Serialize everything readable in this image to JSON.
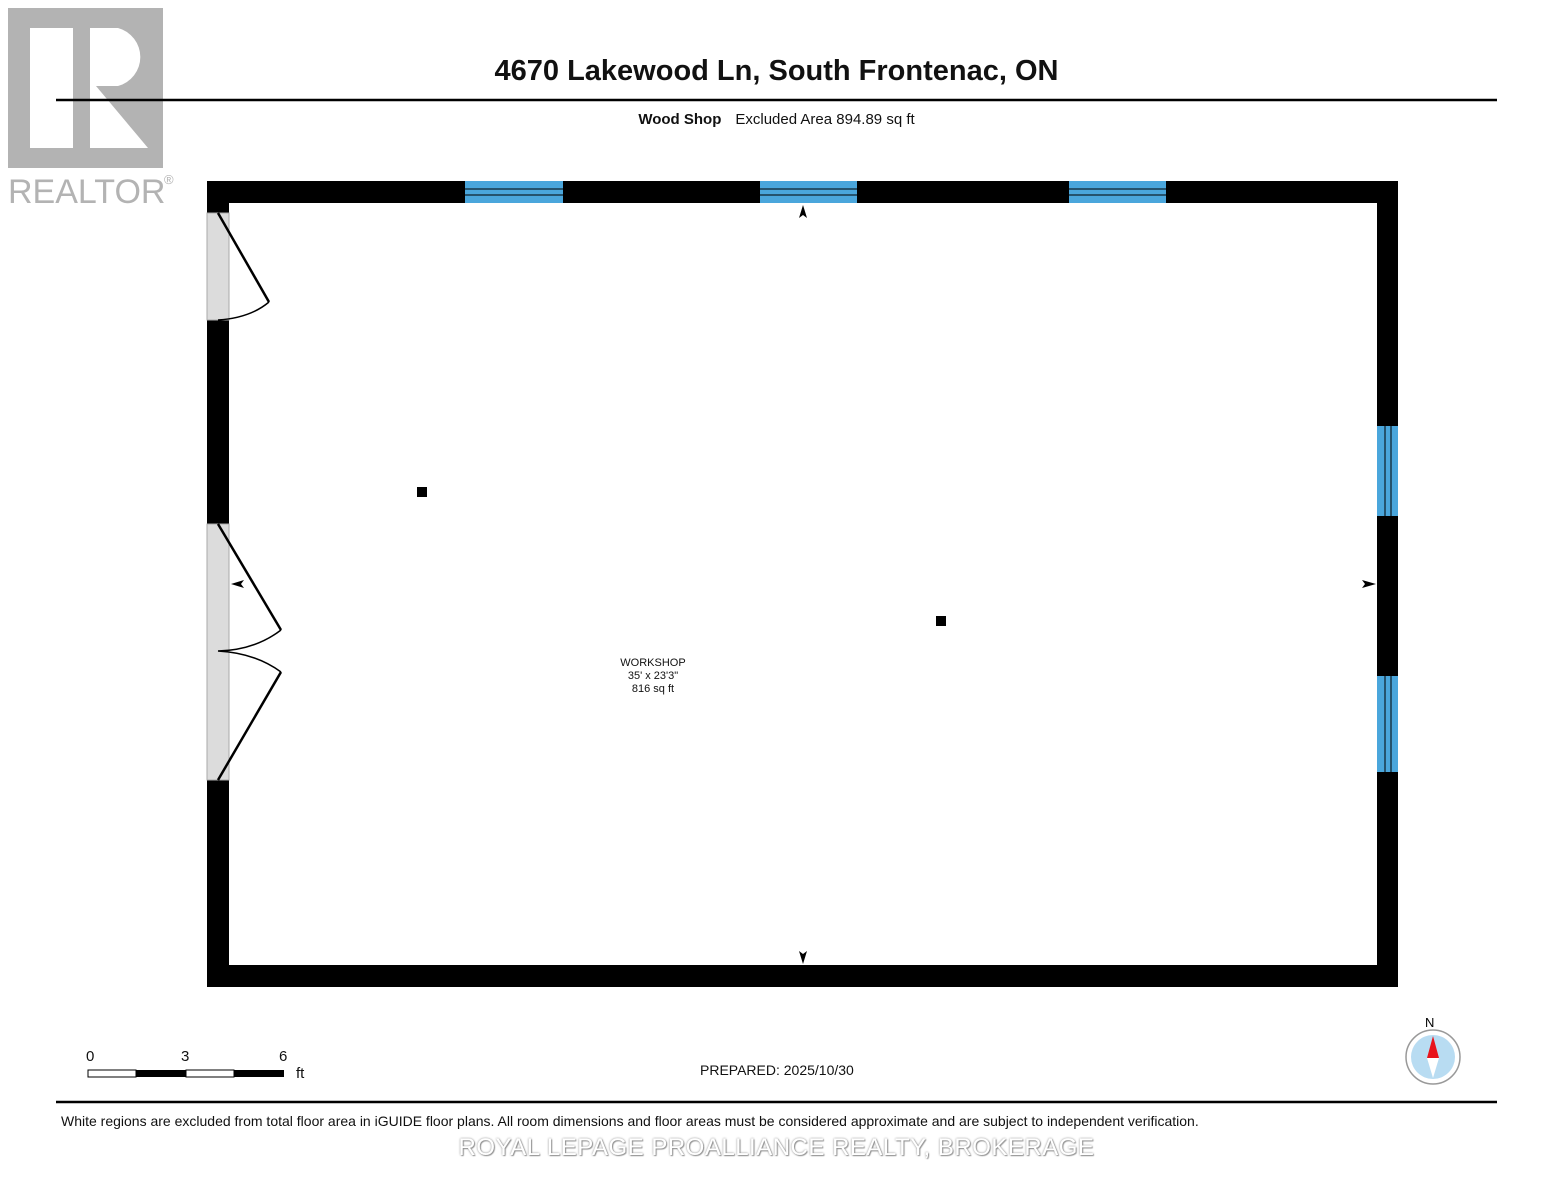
{
  "header": {
    "title": "4670 Lakewood Ln, South Frontenac, ON",
    "building": "Wood Shop",
    "excluded_area": "Excluded Area 894.89 sq ft"
  },
  "logo": {
    "text": "REALTOR®"
  },
  "room": {
    "name": "WORKSHOP",
    "dimensions": "35' x 23'3\"",
    "area": "816 sq ft"
  },
  "scale": {
    "ticks": [
      "0",
      "3",
      "6"
    ],
    "unit": "ft"
  },
  "compass": {
    "label": "N"
  },
  "footer": {
    "prepared": "PREPARED: 2025/10/30",
    "disclaimer": "White regions are excluded from total floor area in iGUIDE floor plans. All room dimensions and floor areas must be considered approximate and are subject to independent verification.",
    "watermark": "ROYAL LEPAGE PROALLIANCE REALTY, BROKERAGE"
  },
  "colors": {
    "wall": "#000000",
    "window": "#4aa6dc",
    "door_opening": "#dcdcdc",
    "logo": "#b3b3b3",
    "compass_red": "#e8141c",
    "compass_bg": "#b8dcf2"
  }
}
